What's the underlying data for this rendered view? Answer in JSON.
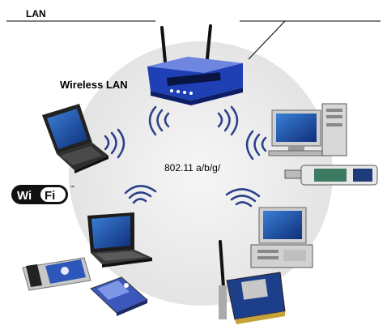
{
  "labels": {
    "lan": "LAN",
    "wireless_lan": "Wireless LAN",
    "standard": "802.11 a/b/g/"
  },
  "logo": {
    "wifi_text": "Wi Fi",
    "tm": "™"
  },
  "colors": {
    "network_circle": "#ebebeb",
    "wave": "#2a3f8a",
    "router_body": "#2b46b8",
    "lan_line": "#000000"
  }
}
